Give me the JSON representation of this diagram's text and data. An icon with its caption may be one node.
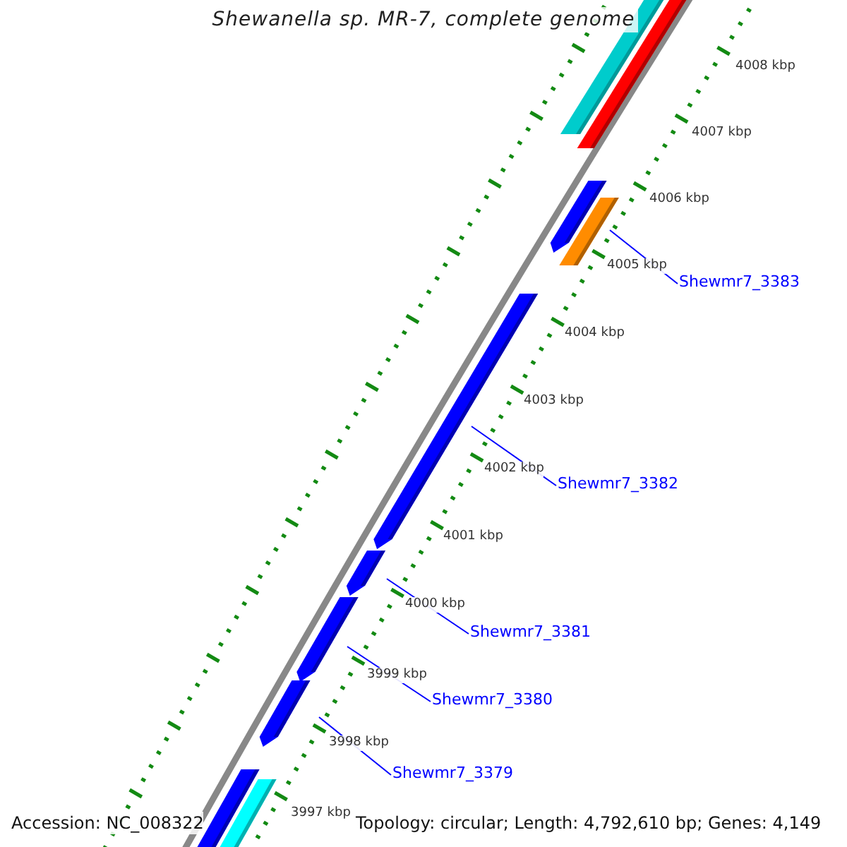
{
  "diagram": {
    "title": "Shewanella sp. MR-7, complete genome",
    "nodes": [
      {
        "text": [
          "Shewmr7_3383"
        ]
      },
      {
        "text": [
          "Shewmr7_3382"
        ]
      },
      {
        "text": [
          "Shewmr7_3381"
        ]
      },
      {
        "text": [
          "Shewmr7_3380"
        ]
      },
      {
        "text": [
          "Shewmr7_3379"
        ]
      }
    ],
    "edges": [
      {
        "from": 0,
        "to": null,
        "arrow": "none"
      },
      {
        "from": 1,
        "to": null,
        "arrow": "none"
      },
      {
        "from": 2,
        "to": null,
        "arrow": "none"
      },
      {
        "from": 3,
        "to": null,
        "arrow": "none"
      },
      {
        "from": 4,
        "to": null,
        "arrow": "none"
      }
    ],
    "labels": [
      "4008 kbp",
      "4007 kbp",
      "4006 kbp",
      "4005 kbp",
      "4004 kbp",
      "4003 kbp",
      "4002 kbp",
      "4001 kbp",
      "4000 kbp",
      "3999 kbp",
      "3998 kbp",
      "3997 kbp",
      "Accession: NC_008322",
      "Topology: circular; Length: 4,792,610 bp; Genes: 4,149"
    ]
  }
}
